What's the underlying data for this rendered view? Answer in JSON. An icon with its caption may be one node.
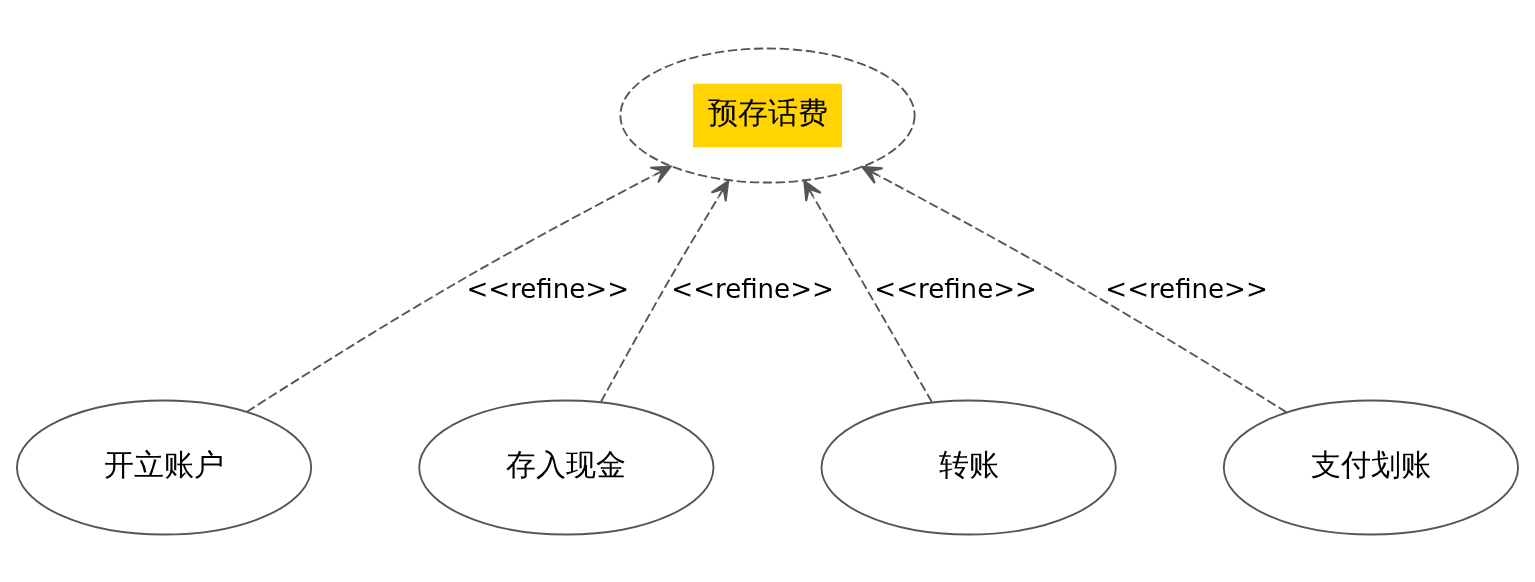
{
  "diagram": {
    "nodes": [
      {
        "text": [
          "预存话费"
        ]
      },
      {
        "text": [
          "开立账户"
        ]
      },
      {
        "text": [
          "存入现金"
        ]
      },
      {
        "text": [
          "转账"
        ]
      },
      {
        "text": [
          "支付划账"
        ]
      }
    ],
    "edges": [
      {
        "from": 1,
        "to": 0,
        "arrow": "to",
        "style": "dashed",
        "label": "<<refine>>"
      },
      {
        "from": 2,
        "to": 0,
        "arrow": "to",
        "style": "dashed",
        "label": "<<refine>>"
      },
      {
        "from": 3,
        "to": 0,
        "arrow": "to",
        "style": "dashed",
        "label": "<<refine>>"
      },
      {
        "from": 4,
        "to": 0,
        "arrow": "to",
        "style": "dashed",
        "label": "<<refine>>"
      }
    ]
  }
}
